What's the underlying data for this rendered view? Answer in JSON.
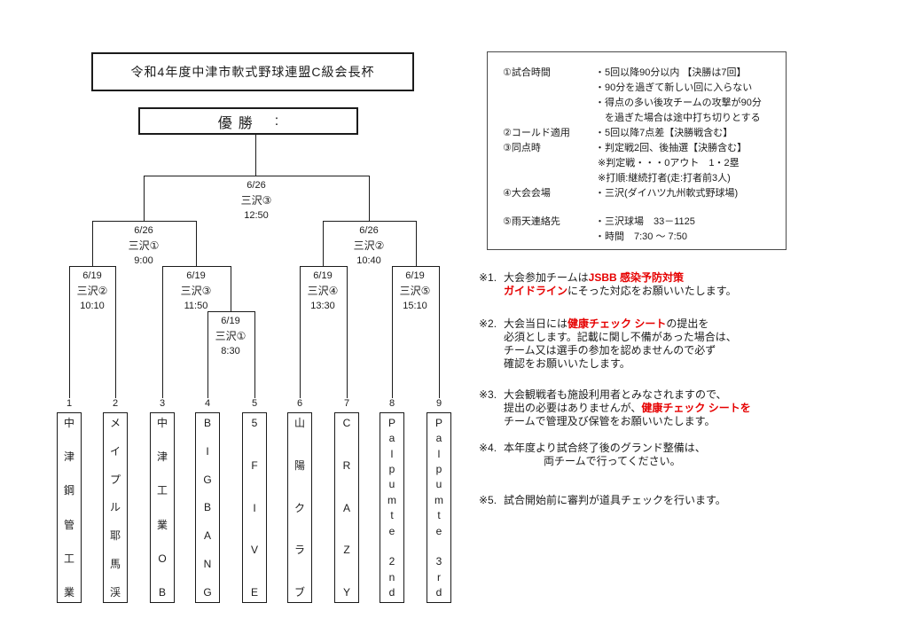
{
  "title": "令和4年度中津市軟式野球連盟C級会長杯",
  "champion": {
    "label": "優勝",
    "colon": ":"
  },
  "teams": [
    {
      "no": "1",
      "name": "中津鋼管工業"
    },
    {
      "no": "2",
      "name": "メイプル耶馬渓"
    },
    {
      "no": "3",
      "name": "中津工業OB"
    },
    {
      "no": "4",
      "name": "BIGBANG"
    },
    {
      "no": "5",
      "name": "5FIVE"
    },
    {
      "no": "6",
      "name": "山陽クラブ"
    },
    {
      "no": "7",
      "name": "CRAZY"
    },
    {
      "no": "8",
      "name": "Palpumte 2nd"
    },
    {
      "no": "9",
      "name": "Palpumte 3rd"
    }
  ],
  "games": [
    {
      "id": "r1",
      "date": "6/19",
      "venue": "三沢①",
      "time": "8:30"
    },
    {
      "id": "qf1",
      "date": "6/19",
      "venue": "三沢②",
      "time": "10:10"
    },
    {
      "id": "qf2",
      "date": "6/19",
      "venue": "三沢③",
      "time": "11:50"
    },
    {
      "id": "qf3",
      "date": "6/19",
      "venue": "三沢④",
      "time": "13:30"
    },
    {
      "id": "qf4",
      "date": "6/19",
      "venue": "三沢⑤",
      "time": "15:10"
    },
    {
      "id": "sf1",
      "date": "6/26",
      "venue": "三沢①",
      "time": "9:00"
    },
    {
      "id": "sf2",
      "date": "6/26",
      "venue": "三沢②",
      "time": "10:40"
    },
    {
      "id": "final",
      "date": "6/26",
      "venue": "三沢③",
      "time": "12:50"
    }
  ],
  "rules": [
    {
      "label": "①試合時間",
      "text": "・5回以降90分以内 【決勝は7回】"
    },
    {
      "label": "",
      "text": "・90分を過ぎて新しい回に入らない"
    },
    {
      "label": "",
      "text": "・得点の多い後攻チームの攻撃が90分"
    },
    {
      "label": "",
      "text": "　を過ぎた場合は途中打ち切りとする"
    },
    {
      "label": "②コールド適用",
      "text": "・5回以降7点差【決勝戦含む】"
    },
    {
      "label": "③同点時",
      "text": "・判定戦2回、後抽選【決勝含む】"
    },
    {
      "label": "",
      "text": " ※判定戦・・・0アウト　1・2塁"
    },
    {
      "label": "",
      "text": " ※打順:継続打者(走:打者前3人)"
    },
    {
      "label": "④大会会場",
      "text": "・三沢(ダイハツ九州軟式野球場)"
    },
    {
      "label": "⑤雨天連絡先",
      "text": "・三沢球場　33－1125",
      "gap": true
    },
    {
      "label": "",
      "text": "・時間　7:30 ～ 7:50"
    }
  ],
  "notes": [
    {
      "num": "※1.",
      "lines": [
        {
          "segs": [
            {
              "t": "大会参加チームは"
            },
            {
              "t": "JSBB 感染予防対策",
              "red": true
            }
          ]
        },
        {
          "segs": [
            {
              "t": "ガイドライン",
              "red": true
            },
            {
              "t": "にそった対応をお願いいたします。"
            }
          ]
        }
      ]
    },
    {
      "num": "※2.",
      "lines": [
        {
          "segs": [
            {
              "t": "大会当日には"
            },
            {
              "t": "健康チェック シート",
              "red": true
            },
            {
              "t": "の提出を"
            }
          ]
        },
        {
          "segs": [
            {
              "t": "必須とします。記載に関し不備があった場合は、"
            }
          ]
        },
        {
          "segs": [
            {
              "t": "チーム又は選手の参加を認めませんので必ず"
            }
          ]
        },
        {
          "segs": [
            {
              "t": "確認をお願いいたします。"
            }
          ]
        }
      ]
    },
    {
      "num": "※3.",
      "lines": [
        {
          "segs": [
            {
              "t": "大会観戦者も施設利用者とみなされますので、"
            }
          ]
        },
        {
          "segs": [
            {
              "t": "提出の必要はありませんが、"
            },
            {
              "t": "健康チェック シートを",
              "red": true
            }
          ]
        },
        {
          "segs": [
            {
              "t": "チームで管理及び保管をお願いいたします。"
            }
          ]
        }
      ]
    },
    {
      "num": "※4.",
      "lines": [
        {
          "segs": [
            {
              "t": "本年度より試合終了後のグランド整備は、"
            }
          ]
        },
        {
          "indent": 45,
          "segs": [
            {
              "t": "両チームで行ってください。"
            }
          ]
        }
      ]
    },
    {
      "num": "※5.",
      "lines": [
        {
          "segs": [
            {
              "t": "試合開始前に審判が道具チェックを行います。"
            }
          ]
        }
      ]
    }
  ],
  "colors": {
    "accent_red": "#e60000",
    "line": "#1b1b1b",
    "background": "#ffffff"
  }
}
